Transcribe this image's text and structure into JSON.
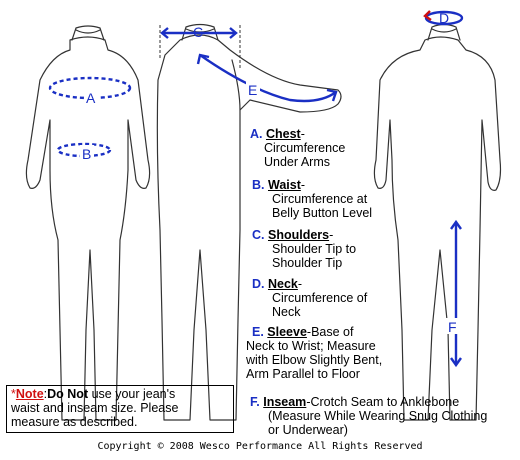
{
  "labels": {
    "a": "A",
    "b": "B",
    "c": "C",
    "d": "D",
    "e": "E",
    "f": "F"
  },
  "measurements": [
    {
      "letter": "A.",
      "term": "Chest",
      "suffix": "-",
      "desc": [
        "Circumference",
        "Under Arms"
      ]
    },
    {
      "letter": "B.",
      "term": "Waist",
      "suffix": "-",
      "desc": [
        "Circumference at",
        "Belly Button Level"
      ]
    },
    {
      "letter": "C.",
      "term": "Shoulders",
      "suffix": "-",
      "desc": [
        "Shoulder Tip to",
        "Shoulder Tip"
      ]
    },
    {
      "letter": "D.",
      "term": "Neck",
      "suffix": "-",
      "desc": [
        "Circumference of",
        "Neck"
      ]
    },
    {
      "letter": "E.",
      "term": "Sleeve",
      "suffix": "-Base of",
      "desc": [
        "Neck to Wrist; Measure",
        "with Elbow Slightly Bent,",
        "Arm Parallel to Floor"
      ]
    },
    {
      "letter": "F.",
      "term": "Inseam",
      "suffix": "-Crotch Seam to Anklebone",
      "desc": [
        "(Measure While Wearing Snug Clothing",
        "or Underwear)"
      ]
    }
  ],
  "note": {
    "star": "*",
    "word": "Note",
    "colon": ":",
    "do_not": "Do Not",
    "rest1": " use your jean's",
    "line2": "waist and inseam size. Please",
    "line3": "measure as described."
  },
  "copyright": "Copyright © 2008 Wesco Performance All Rights Reserved",
  "colors": {
    "accent": "#1a2fc4",
    "note": "#d01010",
    "outline": "#333333"
  }
}
